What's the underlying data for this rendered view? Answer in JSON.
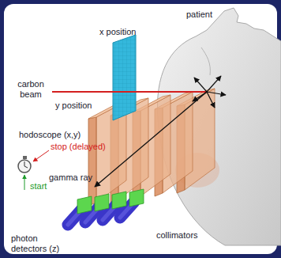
{
  "diagram": {
    "labels": [
      "patient",
      "x position",
      "carbon beam",
      "y position",
      "hodoscope (x,y)",
      "stop (delayed)",
      "start",
      "gamma ray",
      "photon detectors (z)",
      "collimators"
    ]
  }
}
